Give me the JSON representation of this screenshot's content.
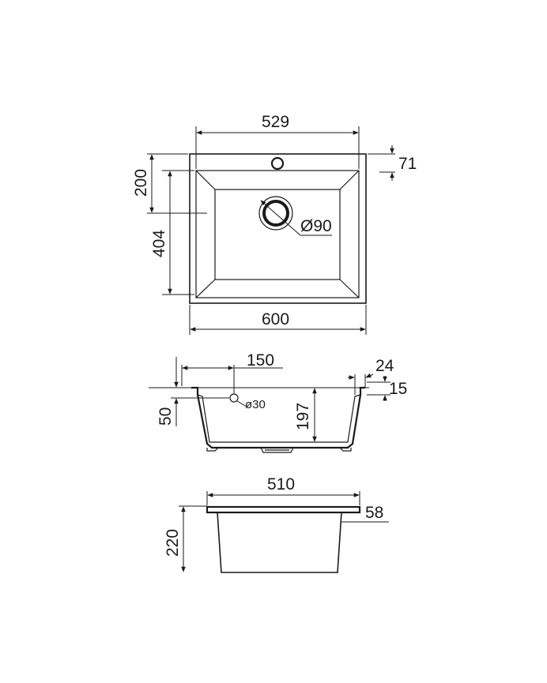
{
  "top_view": {
    "dim_width_inner": "529",
    "dim_width_outer": "600",
    "dim_tap_offset": "71",
    "dim_drain_offset": "200",
    "dim_depth_outer": "404",
    "dim_drain_diameter": "Ø90"
  },
  "side_view": {
    "dim_overflow_offset": "150",
    "dim_overflow_height": "50",
    "dim_overflow_diameter": "ø30",
    "dim_bowl_depth": "197",
    "dim_rim_width": "24",
    "dim_rim_thickness": "15"
  },
  "front_view": {
    "dim_width": "510",
    "dim_height": "220",
    "dim_lip": "58"
  }
}
